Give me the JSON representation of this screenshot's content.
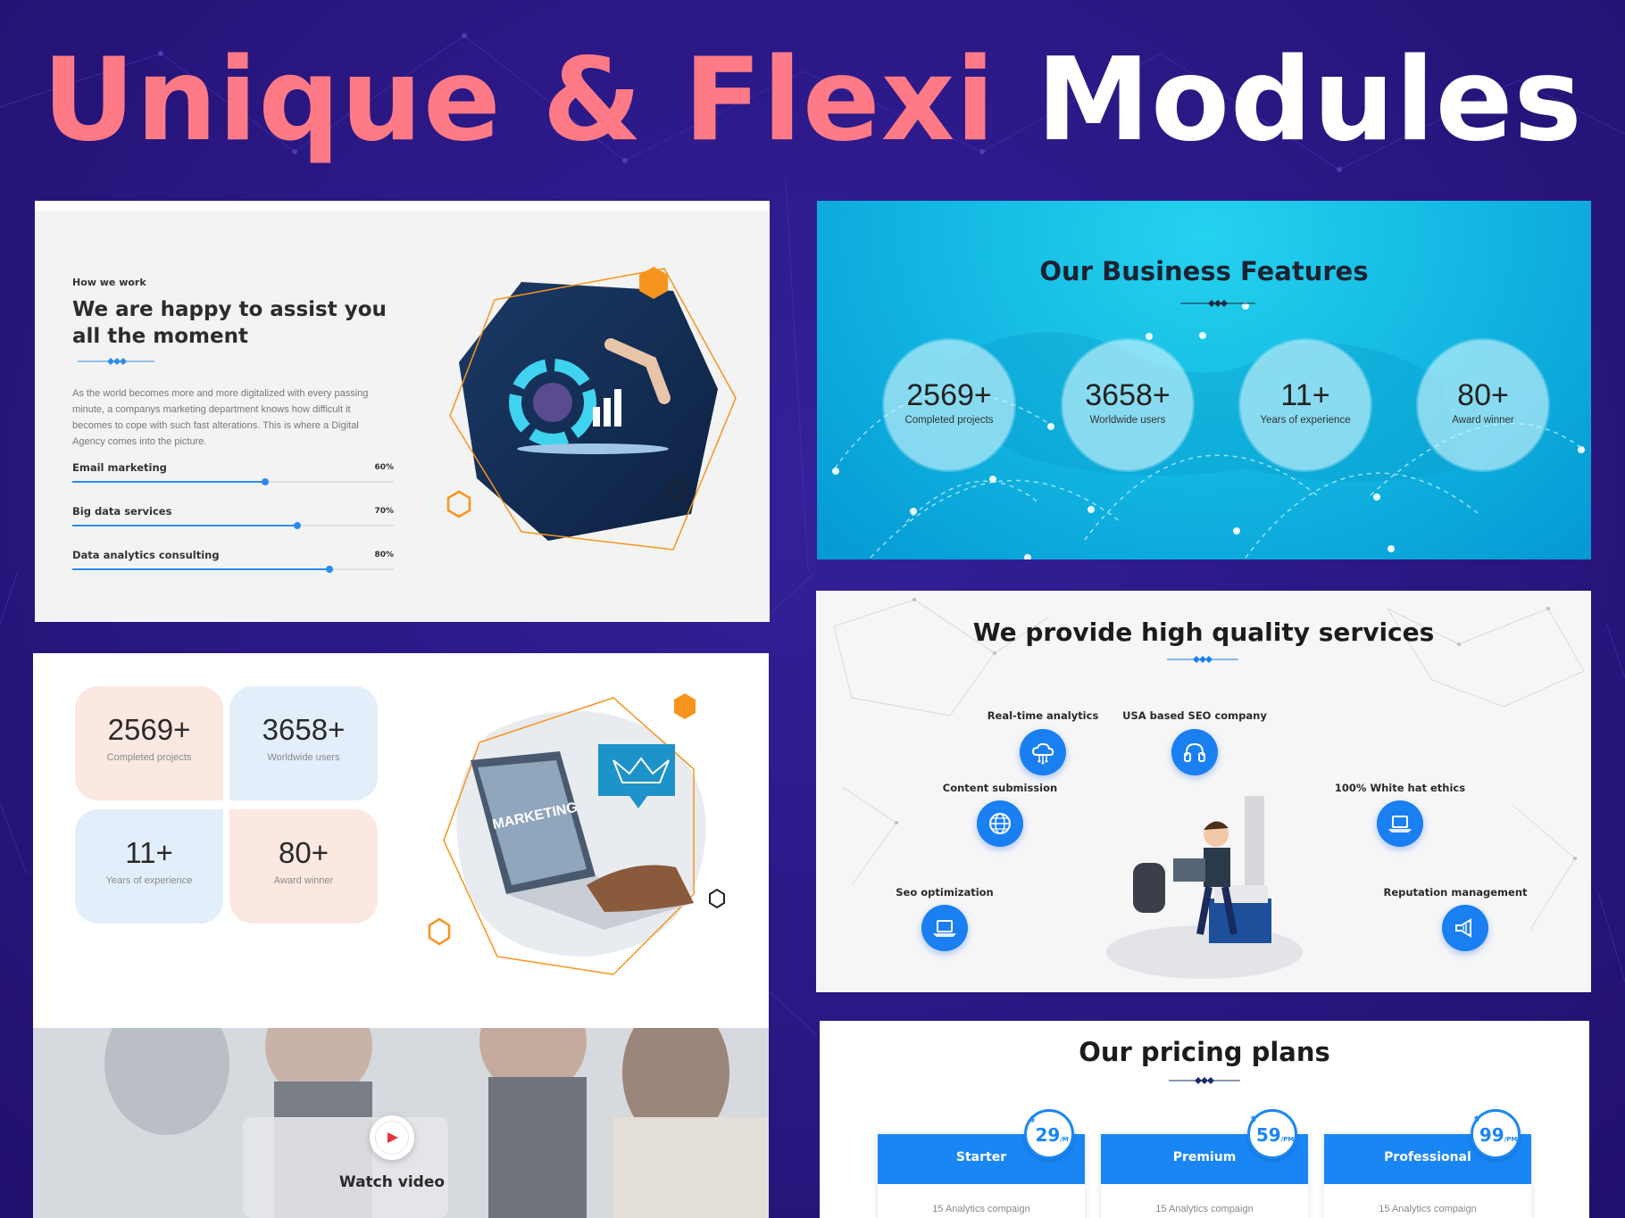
{
  "banner": {
    "title_part1": "Unique & Flexi",
    "title_part2": "Modules"
  },
  "how_we_work": {
    "eyebrow": "How we work",
    "heading": "We are happy to assist you all the moment",
    "description": "As the world becomes more and more digitalized with every passing minute, a companys marketing department knows how difficult it becomes to cope with such fast alterations. This is where a Digital Agency comes into the picture.",
    "skills": [
      {
        "label": "Email marketing",
        "percent_text": "60%",
        "value": 0.6
      },
      {
        "label": "Big data services",
        "percent_text": "70%",
        "value": 0.7
      },
      {
        "label": "Data analytics consulting",
        "percent_text": "80%",
        "value": 0.8
      }
    ]
  },
  "business_features": {
    "title": "Our Business Features",
    "stats": [
      {
        "value": "2569+",
        "label": "Completed projects"
      },
      {
        "value": "3658+",
        "label": "Worldwide users"
      },
      {
        "value": "11+",
        "label": "Years of experience"
      },
      {
        "value": "80+",
        "label": "Award winner"
      }
    ]
  },
  "stat_tiles": [
    {
      "value": "2569+",
      "label": "Completed projects",
      "color": "#fbe8e1"
    },
    {
      "value": "3658+",
      "label": "Worldwide users",
      "color": "#e3eefb"
    },
    {
      "value": "11+",
      "label": "Years of experience",
      "color": "#e3eefb"
    },
    {
      "value": "80+",
      "label": "Award winner",
      "color": "#fbe8e1"
    }
  ],
  "marketing_image": {
    "screen_text": "MARKETING"
  },
  "services": {
    "title": "We provide high quality services",
    "items": [
      {
        "label": "Real-time analytics",
        "icon": "cloud-network-icon"
      },
      {
        "label": "USA based SEO company",
        "icon": "headphones-icon"
      },
      {
        "label": "Content submission",
        "icon": "globe-icon"
      },
      {
        "label": "100% White hat ethics",
        "icon": "laptop-icon"
      },
      {
        "label": "Seo optimization",
        "icon": "laptop-icon"
      },
      {
        "label": "Reputation management",
        "icon": "megaphone-icon"
      }
    ]
  },
  "video": {
    "label": "Watch video"
  },
  "pricing": {
    "title": "Our pricing plans",
    "plans": [
      {
        "name": "Starter",
        "currency": "$",
        "amount": "29",
        "period": "/M",
        "feature": "15 Analytics compaign"
      },
      {
        "name": "Premium",
        "currency": "$",
        "amount": "59",
        "period": "/PM",
        "feature": "15 Analytics compaign"
      },
      {
        "name": "Professional",
        "currency": "$",
        "amount": "99",
        "period": "/PM",
        "feature": "15 Analytics compaign"
      }
    ]
  },
  "colors": {
    "accent_blue": "#1a86f5",
    "title_pink": "#fd7a86",
    "background": "#2a1782",
    "hex_orange": "#f7941d"
  }
}
